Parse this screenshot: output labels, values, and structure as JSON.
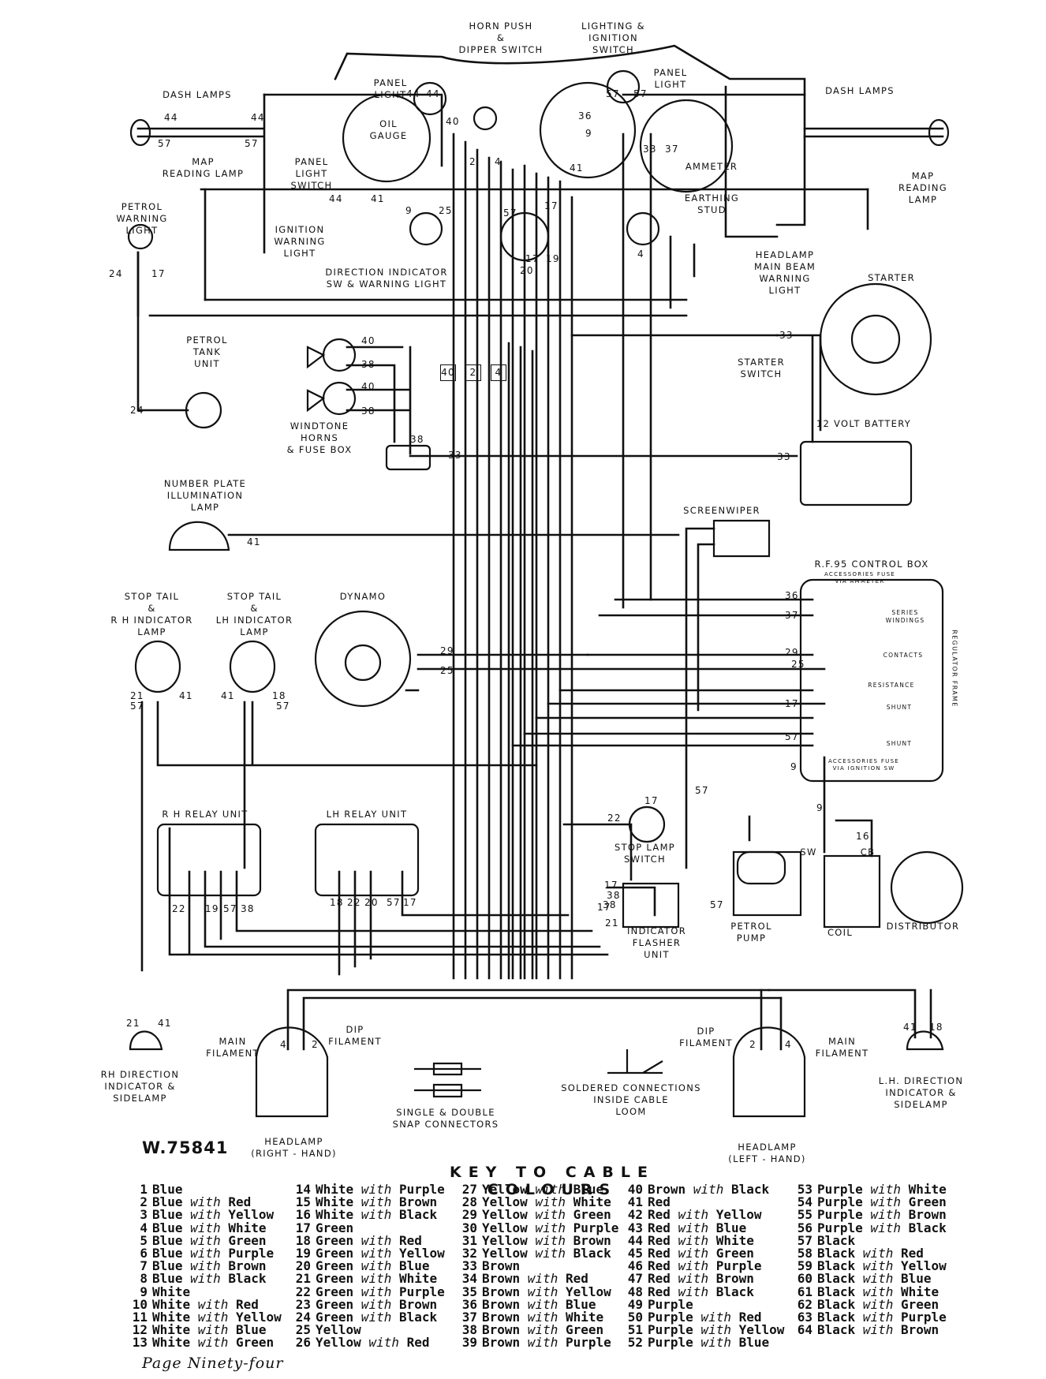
{
  "labels": {
    "horn_push": "HORN PUSH\n&\nDIPPER SWITCH",
    "lighting_ignition": "LIGHTING &\nIGNITION\nSWITCH",
    "panel_light_left": "PANEL\nLIGHT",
    "panel_light_right": "PANEL\nLIGHT",
    "dash_lamps_left": "DASH LAMPS",
    "dash_lamps_right": "DASH LAMPS",
    "oil_gauge": "OIL\nGAUGE",
    "map_lamp_left": "MAP\nREADING LAMP",
    "map_lamp_right": "MAP\nREADING\nLAMP",
    "panel_light_switch": "PANEL\nLIGHT\nSWITCH",
    "petrol_warning": "PETROL\nWARNING\nLIGHT",
    "ignition_warning": "IGNITION\nWARNING\nLIGHT",
    "direction_indicator": "DIRECTION INDICATOR\nSW & WARNING LIGHT",
    "ammeter": "AMMETER",
    "earthing_stud": "EARTHING\nSTUD",
    "headlamp_warning": "HEADLAMP\nMAIN BEAM\nWARNING\nLIGHT",
    "starter": "STARTER",
    "starter_switch": "STARTER\nSWITCH",
    "petrol_tank": "PETROL\nTANK\nUNIT",
    "horns": "WINDTONE\nHORNS\n& FUSE BOX",
    "battery": "12 VOLT BATTERY",
    "number_plate": "NUMBER PLATE\nILLUMINATION\nLAMP",
    "screenwiper": "SCREENWIPER",
    "control_box": "R.F.95 CONTROL BOX",
    "accessories_fuse_ammeter": "ACCESSORIES FUSE\nVIA AMMETER",
    "series_windings": "SERIES\nWINDINGS",
    "contacts": "CONTACTS",
    "resistance": "RESISTANCE",
    "shunt_1": "SHUNT",
    "shunt_2": "SHUNT",
    "regulator_frame": "REGULATOR FRAME",
    "accessories_fuse_ignition": "ACCESSORIES FUSE\nVIA IGNITION SW",
    "stop_tail_rh": "STOP TAIL\n&\nR H INDICATOR\nLAMP",
    "stop_tail_lh": "STOP TAIL\n&\nLH INDICATOR\nLAMP",
    "dynamo": "DYNAMO",
    "rh_relay": "R H RELAY UNIT",
    "lh_relay": "LH RELAY UNIT",
    "stop_lamp_switch": "STOP LAMP\nSWITCH",
    "flasher_unit": "INDICATOR\nFLASHER\nUNIT",
    "petrol_pump": "PETROL\nPUMP",
    "coil": "COIL",
    "distributor": "DISTRIBUTOR",
    "sw": "SW",
    "cb": "CB",
    "rh_direction": "RH DIRECTION\nINDICATOR &\nSIDELAMP",
    "lh_direction": "L.H. DIRECTION\nINDICATOR &\nSIDELAMP",
    "main_filament_left": "MAIN\nFILAMENT",
    "dip_filament_left": "DIP\nFILAMENT",
    "dip_filament_right": "DIP\nFILAMENT",
    "main_filament_right": "MAIN\nFILAMENT",
    "snap_connectors": "SINGLE & DOUBLE\nSNAP CONNECTORS",
    "soldered": "SOLDERED CONNECTIONS\nINSIDE CABLE\nLOOM",
    "headlamp_rh": "HEADLAMP\n(RIGHT - HAND)",
    "headlamp_lh": "HEADLAMP\n(LEFT - HAND)"
  },
  "wire_numbers": [
    "44",
    "44",
    "57",
    "57",
    "44",
    "44",
    "57",
    "57",
    "40",
    "36",
    "9",
    "33",
    "37",
    "2",
    "4",
    "41",
    "44",
    "41",
    "9",
    "25",
    "57",
    "17",
    "17",
    "19",
    "20",
    "24",
    "17",
    "24",
    "40",
    "38",
    "40",
    "38",
    "38",
    "33",
    "33",
    "33",
    "4",
    "41",
    "36",
    "37",
    "29",
    "25",
    "17",
    "57",
    "9",
    "29",
    "25",
    "21",
    "57",
    "41",
    "41",
    "18",
    "57",
    "57",
    "22",
    "17",
    "17",
    "38",
    "21",
    "22",
    "19",
    "57",
    "38",
    "18",
    "22",
    "20",
    "57",
    "17",
    "17",
    "38",
    "9",
    "16",
    "57",
    "21",
    "41",
    "41",
    "18",
    "4",
    "2",
    "2",
    "4"
  ],
  "fuse_labels": [
    "40",
    "2",
    "4"
  ],
  "drawing_ref": "W.75841",
  "key_title": "KEY TO CABLE COLOURS",
  "cable_key": [
    [
      "1",
      "Blue",
      ""
    ],
    [
      "2",
      "Blue",
      "Red"
    ],
    [
      "3",
      "Blue",
      "Yellow"
    ],
    [
      "4",
      "Blue",
      "White"
    ],
    [
      "5",
      "Blue",
      "Green"
    ],
    [
      "6",
      "Blue",
      "Purple"
    ],
    [
      "7",
      "Blue",
      "Brown"
    ],
    [
      "8",
      "Blue",
      "Black"
    ],
    [
      "9",
      "White",
      ""
    ],
    [
      "10",
      "White",
      "Red"
    ],
    [
      "11",
      "White",
      "Yellow"
    ],
    [
      "12",
      "White",
      "Blue"
    ],
    [
      "13",
      "White",
      "Green"
    ],
    [
      "14",
      "White",
      "Purple"
    ],
    [
      "15",
      "White",
      "Brown"
    ],
    [
      "16",
      "White",
      "Black"
    ],
    [
      "17",
      "Green",
      ""
    ],
    [
      "18",
      "Green",
      "Red"
    ],
    [
      "19",
      "Green",
      "Yellow"
    ],
    [
      "20",
      "Green",
      "Blue"
    ],
    [
      "21",
      "Green",
      "White"
    ],
    [
      "22",
      "Green",
      "Purple"
    ],
    [
      "23",
      "Green",
      "Brown"
    ],
    [
      "24",
      "Green",
      "Black"
    ],
    [
      "25",
      "Yellow",
      ""
    ],
    [
      "26",
      "Yellow",
      "Red"
    ],
    [
      "27",
      "Yellow",
      "Blue"
    ],
    [
      "28",
      "Yellow",
      "White"
    ],
    [
      "29",
      "Yellow",
      "Green"
    ],
    [
      "30",
      "Yellow",
      "Purple"
    ],
    [
      "31",
      "Yellow",
      "Brown"
    ],
    [
      "32",
      "Yellow",
      "Black"
    ],
    [
      "33",
      "Brown",
      ""
    ],
    [
      "34",
      "Brown",
      "Red"
    ],
    [
      "35",
      "Brown",
      "Yellow"
    ],
    [
      "36",
      "Brown",
      "Blue"
    ],
    [
      "37",
      "Brown",
      "White"
    ],
    [
      "38",
      "Brown",
      "Green"
    ],
    [
      "39",
      "Brown",
      "Purple"
    ],
    [
      "40",
      "Brown",
      "Black"
    ],
    [
      "41",
      "Red",
      ""
    ],
    [
      "42",
      "Red",
      "Yellow"
    ],
    [
      "43",
      "Red",
      "Blue"
    ],
    [
      "44",
      "Red",
      "White"
    ],
    [
      "45",
      "Red",
      "Green"
    ],
    [
      "46",
      "Red",
      "Purple"
    ],
    [
      "47",
      "Red",
      "Brown"
    ],
    [
      "48",
      "Red",
      "Black"
    ],
    [
      "49",
      "Purple",
      ""
    ],
    [
      "50",
      "Purple",
      "Red"
    ],
    [
      "51",
      "Purple",
      "Yellow"
    ],
    [
      "52",
      "Purple",
      "Blue"
    ],
    [
      "53",
      "Purple",
      "White"
    ],
    [
      "54",
      "Purple",
      "Green"
    ],
    [
      "55",
      "Purple",
      "Brown"
    ],
    [
      "56",
      "Purple",
      "Black"
    ],
    [
      "57",
      "Black",
      ""
    ],
    [
      "58",
      "Black",
      "Red"
    ],
    [
      "59",
      "Black",
      "Yellow"
    ],
    [
      "60",
      "Black",
      "Blue"
    ],
    [
      "61",
      "Black",
      "White"
    ],
    [
      "62",
      "Black",
      "Green"
    ],
    [
      "63",
      "Black",
      "Purple"
    ],
    [
      "64",
      "Black",
      "Brown"
    ]
  ],
  "key_connector": "with",
  "footer": "Page Ninety-four"
}
